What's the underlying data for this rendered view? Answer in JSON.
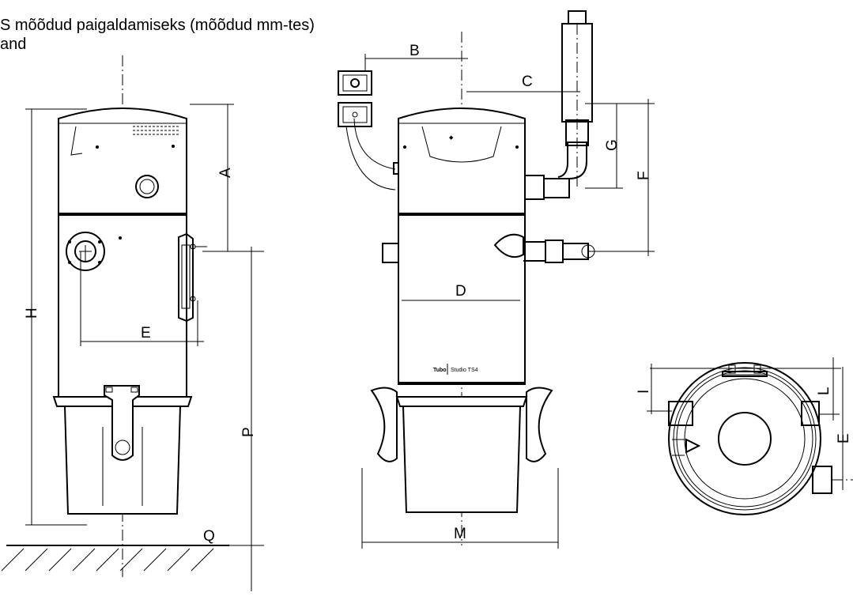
{
  "title": {
    "line1": "S mõõdud paigaldamiseks (mõõdud mm-tes)",
    "line2": "and"
  },
  "labels": {
    "A": "A",
    "B": "B",
    "C": "C",
    "D": "D",
    "E": "E",
    "F": "F",
    "G": "G",
    "H": "H",
    "I": "I",
    "L": "L",
    "M": "M",
    "P": "P",
    "Q": "Q",
    "E_top": "E"
  },
  "product": {
    "brand": "Tubo",
    "model": "Studio TS4"
  }
}
